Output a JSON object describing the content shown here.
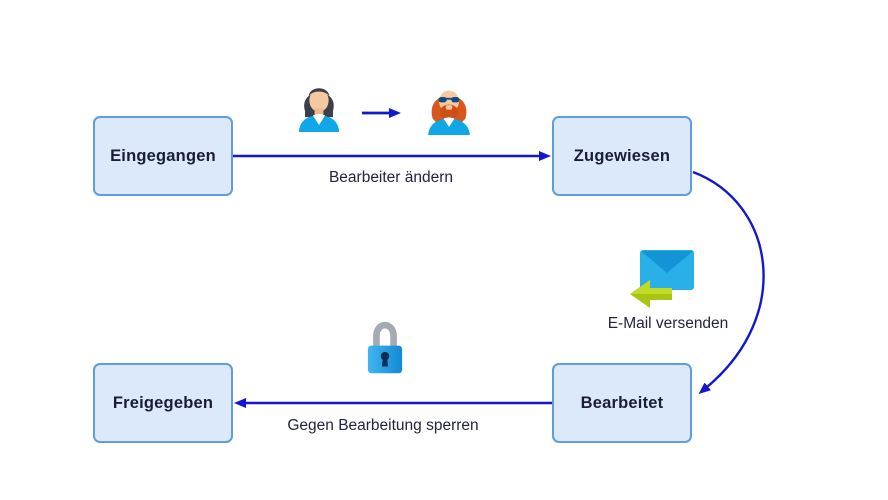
{
  "colors": {
    "background": "#ffffff",
    "node_fill": "#dbe9fb",
    "node_border": "#5f9ce0",
    "arrow": "#1219cc",
    "node_text": "#1c1c3a",
    "label_text": "#23233f"
  },
  "nodes": [
    {
      "id": "eingegangen",
      "label": "Eingegangen"
    },
    {
      "id": "zugewiesen",
      "label": "Zugewiesen"
    },
    {
      "id": "bearbeitet",
      "label": "Bearbeitet"
    },
    {
      "id": "freigegeben",
      "label": "Freigegeben"
    }
  ],
  "edges": [
    {
      "from": "eingegangen",
      "to": "zugewiesen",
      "label": "Bearbeiter ändern"
    },
    {
      "from": "zugewiesen",
      "to": "bearbeitet",
      "label": "E-Mail versenden"
    },
    {
      "from": "bearbeitet",
      "to": "freigegeben",
      "label": "Gegen Bearbeitung sperren"
    }
  ],
  "icons": [
    "woman-avatar-icon",
    "man-avatar-icon",
    "avatar-change-arrow-icon",
    "email-send-icon",
    "lock-icon"
  ]
}
